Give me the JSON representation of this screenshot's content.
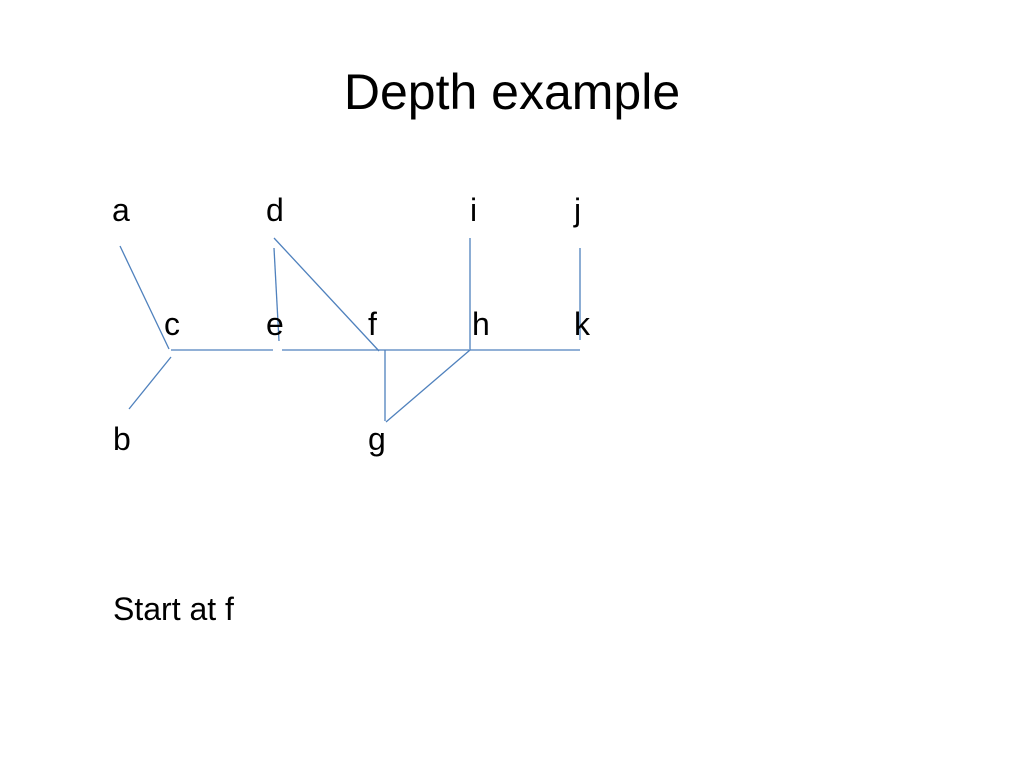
{
  "title": "Depth example",
  "nodes": {
    "a": "a",
    "b": "b",
    "c": "c",
    "d": "d",
    "e": "e",
    "f": "f",
    "g": "g",
    "h": "h",
    "i": "i",
    "j": "j",
    "k": "k"
  },
  "edges": [
    [
      "a",
      "c"
    ],
    [
      "b",
      "c"
    ],
    [
      "c",
      "e"
    ],
    [
      "d",
      "e"
    ],
    [
      "d",
      "f"
    ],
    [
      "e",
      "f"
    ],
    [
      "f",
      "h"
    ],
    [
      "f",
      "g"
    ],
    [
      "g",
      "h"
    ],
    [
      "h",
      "i"
    ],
    [
      "h",
      "k"
    ],
    [
      "j",
      "k"
    ]
  ],
  "caption": "Start at f",
  "colors": {
    "edge": "#4f81bd"
  }
}
